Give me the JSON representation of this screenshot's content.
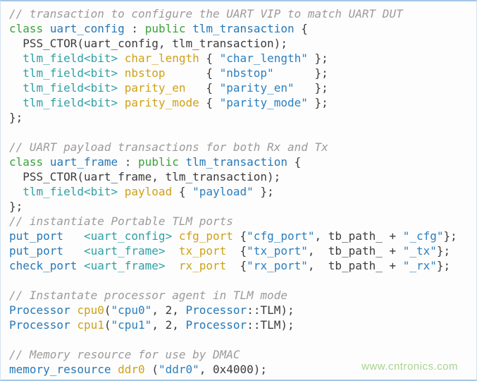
{
  "palette": {
    "comment": "#9b9b9b",
    "keyword": "#3ba13b",
    "blue": "#2678b8",
    "teal": "#2fa0a5",
    "yellow": "#cfa117",
    "string": "#2a7fc1",
    "plain": "#3c3c3c",
    "border": "#a5c6e4",
    "edge": "#d4e2f0",
    "bg": "#fdfdfd",
    "watermark": "#a9d48e"
  },
  "watermark": {
    "text": "www.cntronics.com"
  },
  "code": {
    "lines": [
      [
        [
          "cm",
          "// transaction to configure the UART VIP to match UART DUT"
        ]
      ],
      [
        [
          "kw",
          "class"
        ],
        [
          "pl",
          " "
        ],
        [
          "bl",
          "uart_config"
        ],
        [
          "pl",
          " : "
        ],
        [
          "kw",
          "public"
        ],
        [
          "pl",
          " "
        ],
        [
          "bl",
          "tlm_transaction"
        ],
        [
          "pl",
          " {"
        ]
      ],
      [
        [
          "pl",
          "  PSS_CTOR(uart_config, tlm_transaction);"
        ]
      ],
      [
        [
          "pl",
          "  "
        ],
        [
          "te",
          "tlm_field<bit>"
        ],
        [
          "pl",
          " "
        ],
        [
          "yw",
          "char_length"
        ],
        [
          "pl",
          " { "
        ],
        [
          "st",
          "\"char_length\""
        ],
        [
          "pl",
          " };"
        ]
      ],
      [
        [
          "pl",
          "  "
        ],
        [
          "te",
          "tlm_field<bit>"
        ],
        [
          "pl",
          " "
        ],
        [
          "yw",
          "nbstop"
        ],
        [
          "pl",
          "      { "
        ],
        [
          "st",
          "\"nbstop\""
        ],
        [
          "pl",
          "      };"
        ]
      ],
      [
        [
          "pl",
          "  "
        ],
        [
          "te",
          "tlm_field<bit>"
        ],
        [
          "pl",
          " "
        ],
        [
          "yw",
          "parity_en"
        ],
        [
          "pl",
          "   { "
        ],
        [
          "st",
          "\"parity_en\""
        ],
        [
          "pl",
          "   };"
        ]
      ],
      [
        [
          "pl",
          "  "
        ],
        [
          "te",
          "tlm_field<bit>"
        ],
        [
          "pl",
          " "
        ],
        [
          "yw",
          "parity_mode"
        ],
        [
          "pl",
          " { "
        ],
        [
          "st",
          "\"parity_mode\""
        ],
        [
          "pl",
          " };"
        ]
      ],
      [
        [
          "pl",
          "};"
        ]
      ],
      [],
      [
        [
          "cm",
          "// UART payload transactions for both Rx and Tx"
        ]
      ],
      [
        [
          "kw",
          "class"
        ],
        [
          "pl",
          " "
        ],
        [
          "bl",
          "uart_frame"
        ],
        [
          "pl",
          " : "
        ],
        [
          "kw",
          "public"
        ],
        [
          "pl",
          " "
        ],
        [
          "bl",
          "tlm_transaction"
        ],
        [
          "pl",
          " {"
        ]
      ],
      [
        [
          "pl",
          "  PSS_CTOR(uart_frame, tlm_transaction);"
        ]
      ],
      [
        [
          "pl",
          "  "
        ],
        [
          "te",
          "tlm_field<bit>"
        ],
        [
          "pl",
          " "
        ],
        [
          "yw",
          "payload"
        ],
        [
          "pl",
          " { "
        ],
        [
          "st",
          "\"payload\""
        ],
        [
          "pl",
          " };"
        ]
      ],
      [
        [
          "pl",
          "};"
        ]
      ],
      [
        [
          "cm",
          "// instantiate Portable TLM ports"
        ]
      ],
      [
        [
          "bl",
          "put_port"
        ],
        [
          "pl",
          "   "
        ],
        [
          "te",
          "<uart_config>"
        ],
        [
          "pl",
          " "
        ],
        [
          "yw",
          "cfg_port"
        ],
        [
          "pl",
          " {"
        ],
        [
          "st",
          "\"cfg_port\""
        ],
        [
          "pl",
          ", tb_path_ + "
        ],
        [
          "st",
          "\"_cfg\""
        ],
        [
          "pl",
          "};"
        ]
      ],
      [
        [
          "bl",
          "put_port"
        ],
        [
          "pl",
          "   "
        ],
        [
          "te",
          "<uart_frame>"
        ],
        [
          "pl",
          "  "
        ],
        [
          "yw",
          "tx_port"
        ],
        [
          "pl",
          "  {"
        ],
        [
          "st",
          "\"tx_port\""
        ],
        [
          "pl",
          ",  tb_path_ + "
        ],
        [
          "st",
          "\"_tx\""
        ],
        [
          "pl",
          "};"
        ]
      ],
      [
        [
          "bl",
          "check_port"
        ],
        [
          "pl",
          " "
        ],
        [
          "te",
          "<uart_frame>"
        ],
        [
          "pl",
          "  "
        ],
        [
          "yw",
          "rx_port"
        ],
        [
          "pl",
          "  {"
        ],
        [
          "st",
          "\"rx_port\""
        ],
        [
          "pl",
          ",  tb_path_ + "
        ],
        [
          "st",
          "\"_rx\""
        ],
        [
          "pl",
          "};"
        ]
      ],
      [],
      [
        [
          "cm",
          "// Instantate processor agent in TLM mode"
        ]
      ],
      [
        [
          "bl",
          "Processor"
        ],
        [
          "pl",
          " "
        ],
        [
          "yw",
          "cpu0"
        ],
        [
          "pl",
          "("
        ],
        [
          "st",
          "\"cpu0\""
        ],
        [
          "pl",
          ", 2, "
        ],
        [
          "bl",
          "Processor"
        ],
        [
          "pl",
          "::TLM);"
        ]
      ],
      [
        [
          "bl",
          "Processor"
        ],
        [
          "pl",
          " "
        ],
        [
          "yw",
          "cpu1"
        ],
        [
          "pl",
          "("
        ],
        [
          "st",
          "\"cpu1\""
        ],
        [
          "pl",
          ", 2, "
        ],
        [
          "bl",
          "Processor"
        ],
        [
          "pl",
          "::TLM);"
        ]
      ],
      [],
      [
        [
          "cm",
          "// Memory resource for use by DMAC"
        ]
      ],
      [
        [
          "bl",
          "memory_resource"
        ],
        [
          "pl",
          " "
        ],
        [
          "yw",
          "ddr0"
        ],
        [
          "pl",
          " ("
        ],
        [
          "st",
          "\"ddr0\""
        ],
        [
          "pl",
          ", 0x4000);"
        ]
      ]
    ]
  }
}
